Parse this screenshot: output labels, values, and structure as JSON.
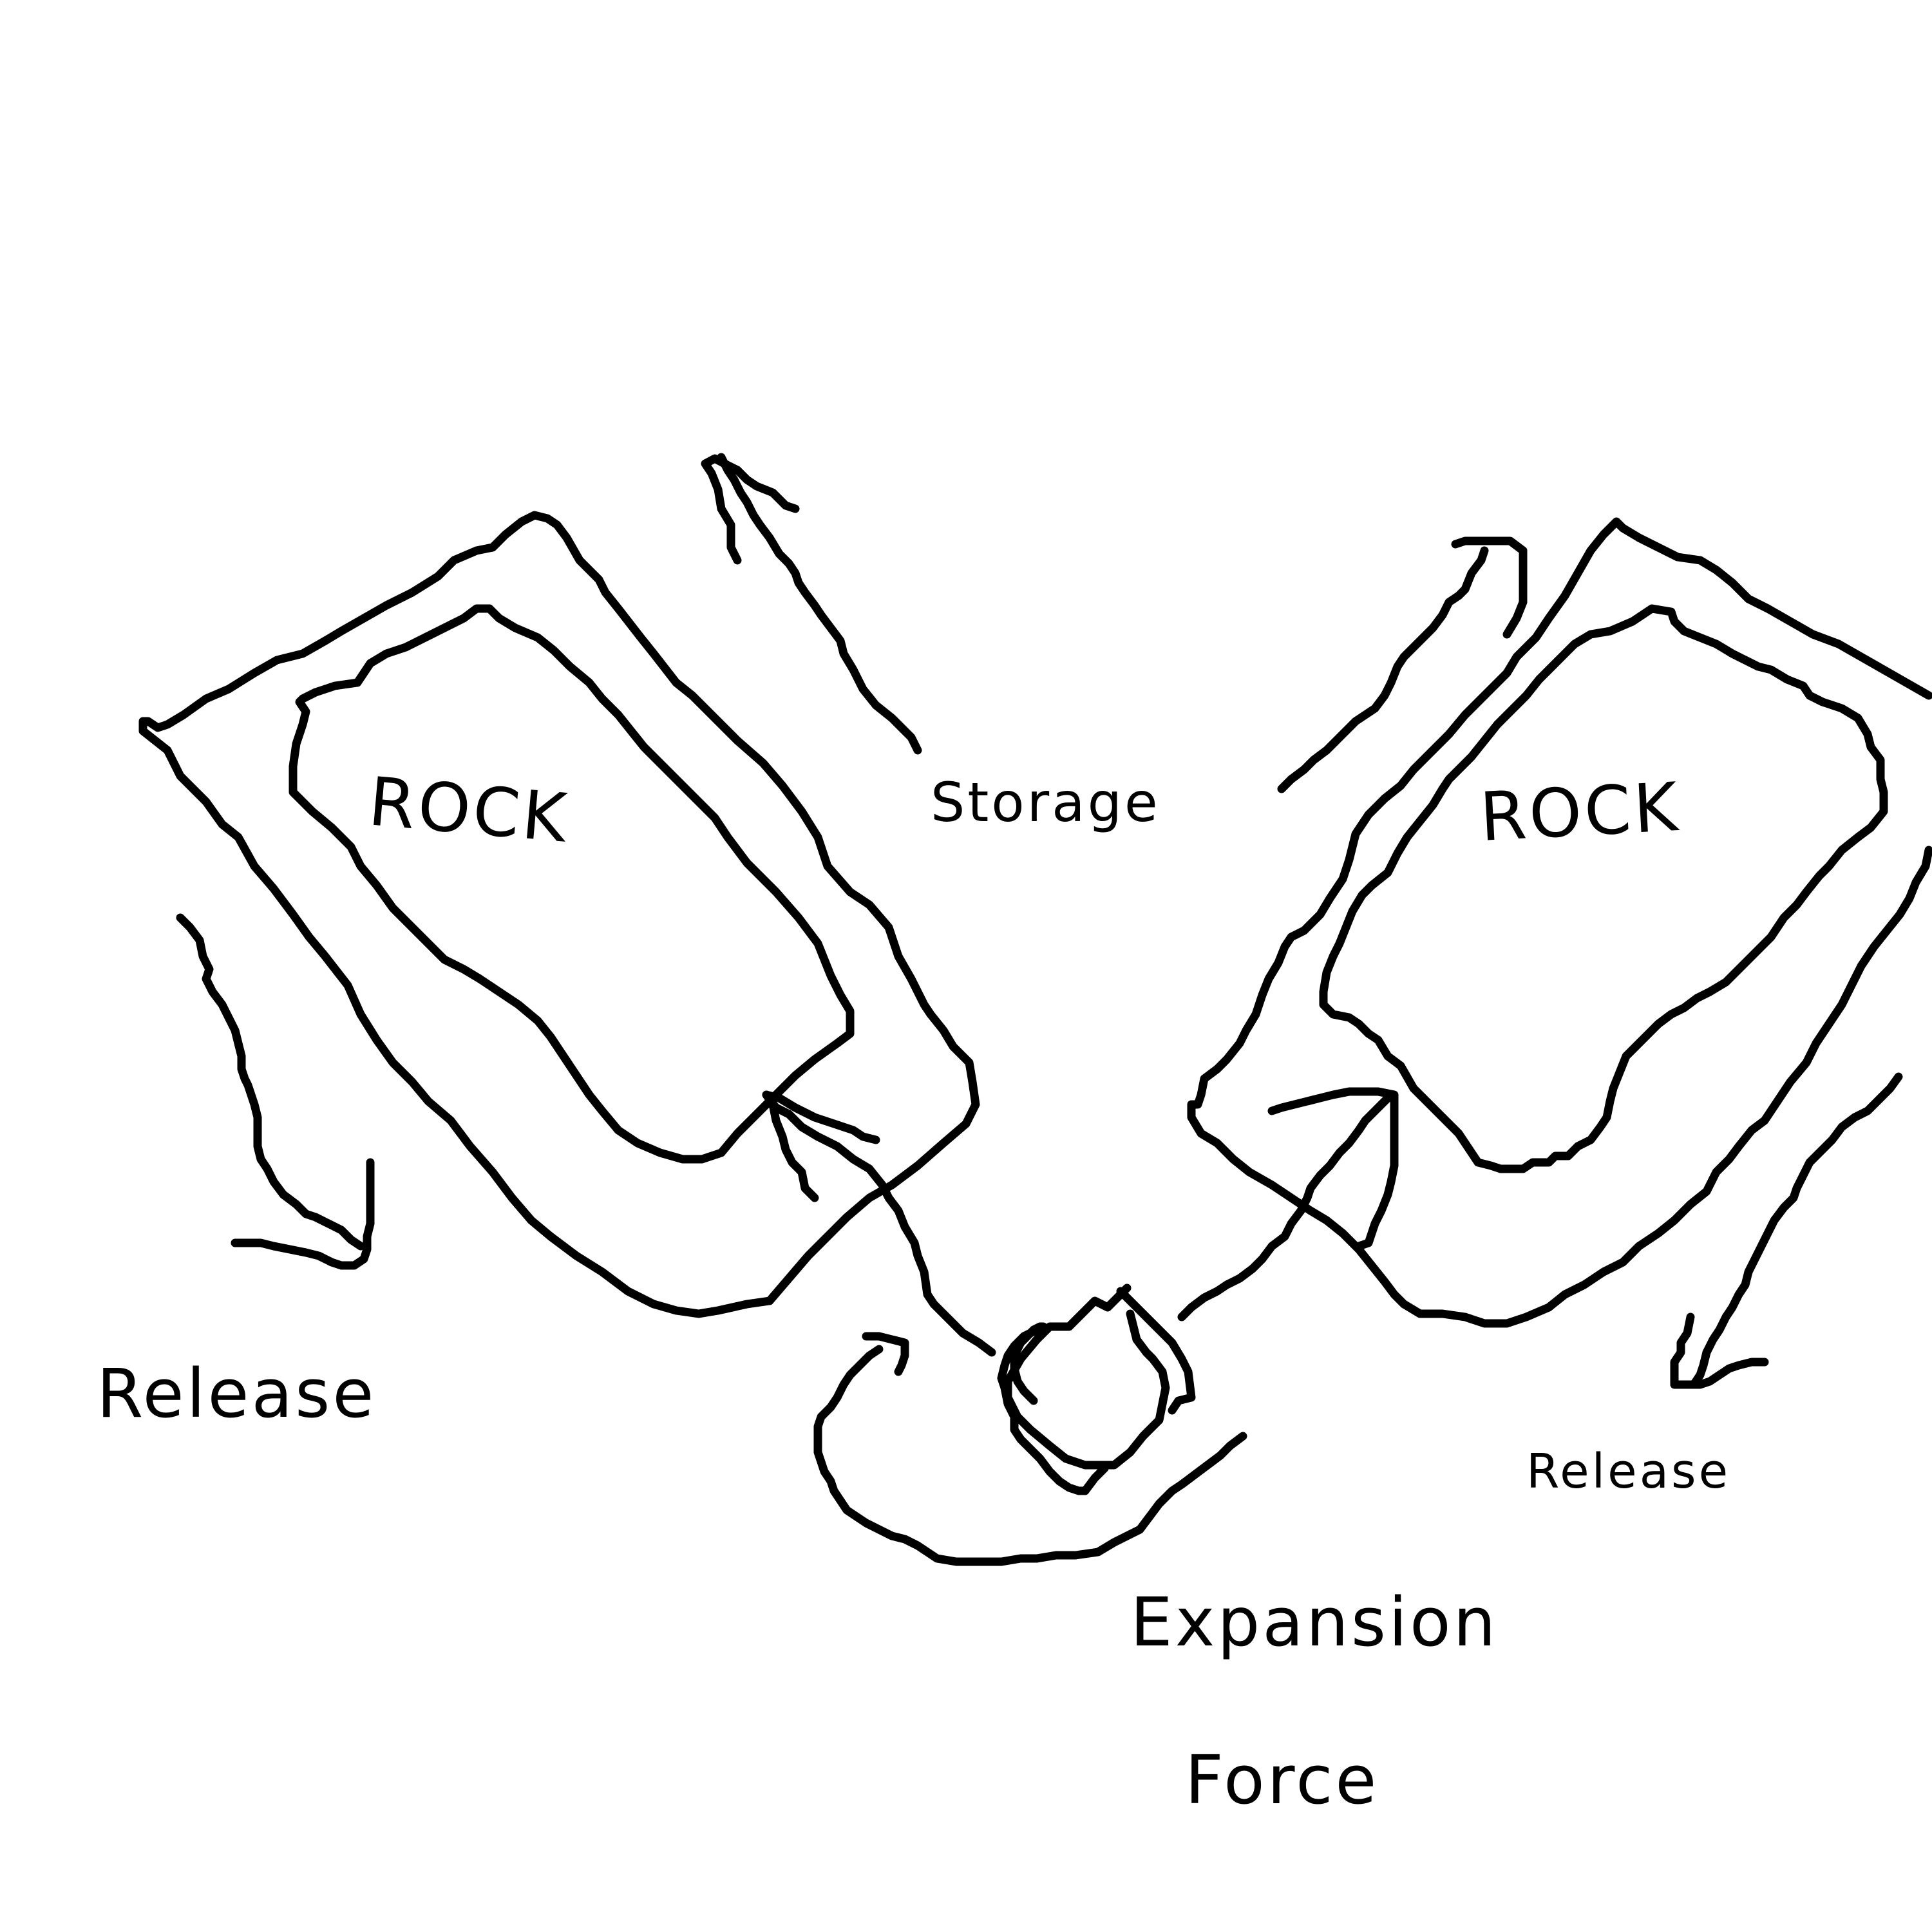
{
  "diagram": {
    "colors": {
      "ink": "#000000",
      "background": "#ffffff"
    },
    "labels": {
      "rock_left": "ROCK",
      "rock_right": "ROCK",
      "storage": "Storage",
      "release_left": "Release",
      "release_right": "Release",
      "expansion_force_line1": "Expansion",
      "expansion_force_line2": "Force"
    },
    "shapes": {
      "left_block": "rock-block",
      "right_block": "rock-block",
      "center": "ice-wedge"
    },
    "arrows": [
      "storage-arrow-up-left",
      "storage-arrow-up-right",
      "release-arrow-left",
      "release-arrow-right",
      "expansion-arrow-left",
      "expansion-arrow-right",
      "expansion-curve-arrow"
    ]
  }
}
